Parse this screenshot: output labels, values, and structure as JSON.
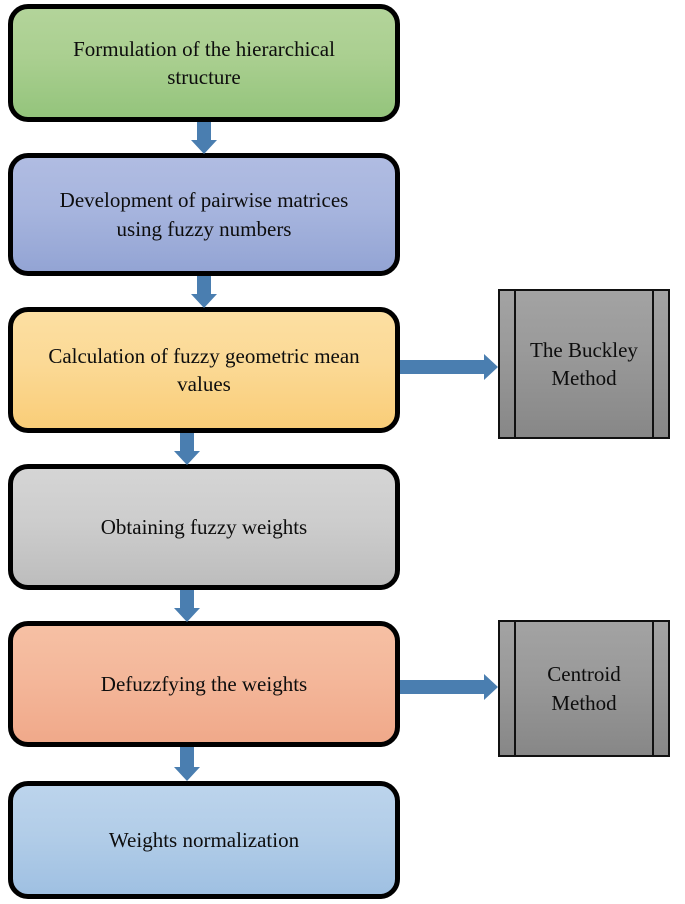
{
  "diagram": {
    "title": "Fuzzy AHP weighting procedure flowchart",
    "orientation": "top-to-bottom",
    "colors": {
      "arrow": "#4A7EB0",
      "border": "#000000",
      "node_1_fill": "#AACF90",
      "node_2_fill": "#A7B5DE",
      "node_3_fill": "#FBD995",
      "node_4_fill": "#CDCDCD",
      "node_5_fill": "#F4B79A",
      "node_6_fill": "#B2CDE8",
      "method_fill": "#9A9A9A"
    },
    "nodes": [
      {
        "id": "node-1",
        "label": "Formulation of the hierarchical structure",
        "shape": "rounded-rectangle",
        "fill": "#AACF90"
      },
      {
        "id": "node-2",
        "label": "Development of pairwise matrices using fuzzy numbers",
        "shape": "rounded-rectangle",
        "fill": "#A7B5DE"
      },
      {
        "id": "node-3",
        "label": "Calculation of fuzzy geometric mean values",
        "shape": "rounded-rectangle",
        "fill": "#FBD995"
      },
      {
        "id": "node-4",
        "label": "Obtaining fuzzy weights",
        "shape": "rounded-rectangle",
        "fill": "#CDCDCD"
      },
      {
        "id": "node-5",
        "label": "Defuzzfying the weights",
        "shape": "rounded-rectangle",
        "fill": "#F4B79A"
      },
      {
        "id": "node-6",
        "label": "Weights normalization",
        "shape": "rounded-rectangle",
        "fill": "#B2CDE8"
      }
    ],
    "methods": [
      {
        "id": "method-1",
        "label": "The Buckley Method",
        "shape": "predefined-process",
        "fill": "#9A9A9A",
        "from": "node-3"
      },
      {
        "id": "method-2",
        "label": "Centroid Method",
        "shape": "predefined-process",
        "fill": "#9A9A9A",
        "from": "node-5"
      }
    ],
    "connectors": [
      {
        "id": "arrow-1",
        "from": "node-1",
        "to": "node-2",
        "direction": "down"
      },
      {
        "id": "arrow-2",
        "from": "node-2",
        "to": "node-3",
        "direction": "down"
      },
      {
        "id": "arrow-3",
        "from": "node-3",
        "to": "node-4",
        "direction": "down"
      },
      {
        "id": "arrow-4",
        "from": "node-4",
        "to": "node-5",
        "direction": "down"
      },
      {
        "id": "arrow-5",
        "from": "node-5",
        "to": "node-6",
        "direction": "down"
      },
      {
        "id": "arrow-6",
        "from": "node-3",
        "to": "method-1",
        "direction": "right"
      },
      {
        "id": "arrow-7",
        "from": "node-5",
        "to": "method-2",
        "direction": "right"
      }
    ]
  }
}
